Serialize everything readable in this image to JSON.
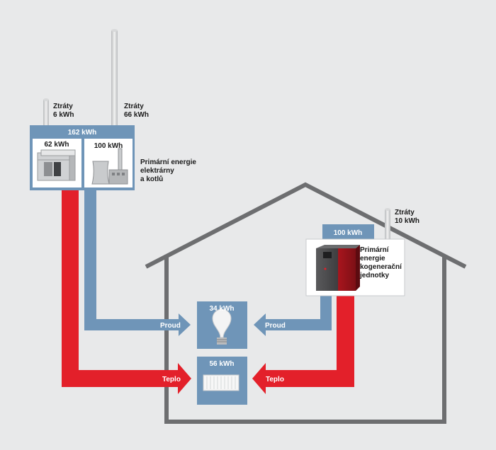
{
  "losses": {
    "boiler": [
      "Ztráty",
      "6 kWh"
    ],
    "plant": [
      "Ztráty",
      "66 kWh"
    ],
    "chp": [
      "Ztráty",
      "10 kWh"
    ]
  },
  "top_total": "162 kWh",
  "boiler_value": "62 kWh",
  "plant_value": "100 kWh",
  "plant_caption": [
    "Primární energie",
    "elektrárny",
    "a kotlů"
  ],
  "chp_value": "100 kWh",
  "chp_caption": [
    "Primární",
    "energie",
    "kogenerační",
    "jednotky"
  ],
  "bulb_value": "34 kWh",
  "radiator_value": "56 kWh",
  "arrows": {
    "current_left": "Proud",
    "current_right": "Proud",
    "heat_left": "Teplo",
    "heat_right": "Teplo"
  },
  "colors": {
    "heat": "#e3202a",
    "current": "#6f95b8",
    "panel": "#6f95b8",
    "house_outline": "#6d6e70",
    "background": "#e8e9ea"
  },
  "icons": {
    "boiler": "gas-boiler-icon",
    "plant": "power-plant-icon",
    "chp": "chp-unit-icon",
    "bulb": "light-bulb-icon",
    "radiator": "radiator-icon"
  }
}
